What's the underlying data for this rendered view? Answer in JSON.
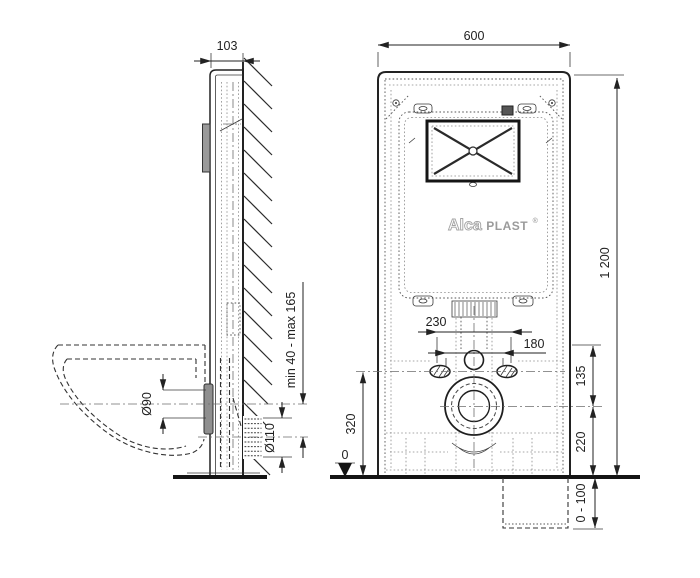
{
  "side_view": {
    "depth": "103",
    "outlet_diameter": "Ø90",
    "soil_pipe_diameter": "Ø110",
    "outlet_offset_range": "min 40 - max 165"
  },
  "front_view": {
    "width": "600",
    "height": "1 200",
    "bolt_spacing_wide": "230",
    "bolt_spacing_narrow": "180",
    "inlet_to_axis": "135",
    "outlet_axis_height": "220",
    "fixing_height": "320",
    "floor_datum": "0",
    "leg_adjustment": "0 - 100"
  },
  "brand": {
    "alca": "Alca",
    "plast": "PLAST",
    "registered": "®"
  },
  "colors": {
    "line": "#222222",
    "detail_gray": "#8a8a8a",
    "logo_gray": "#9b9b9b",
    "plate_fill": "#9a9a9a",
    "background": "#ffffff"
  }
}
